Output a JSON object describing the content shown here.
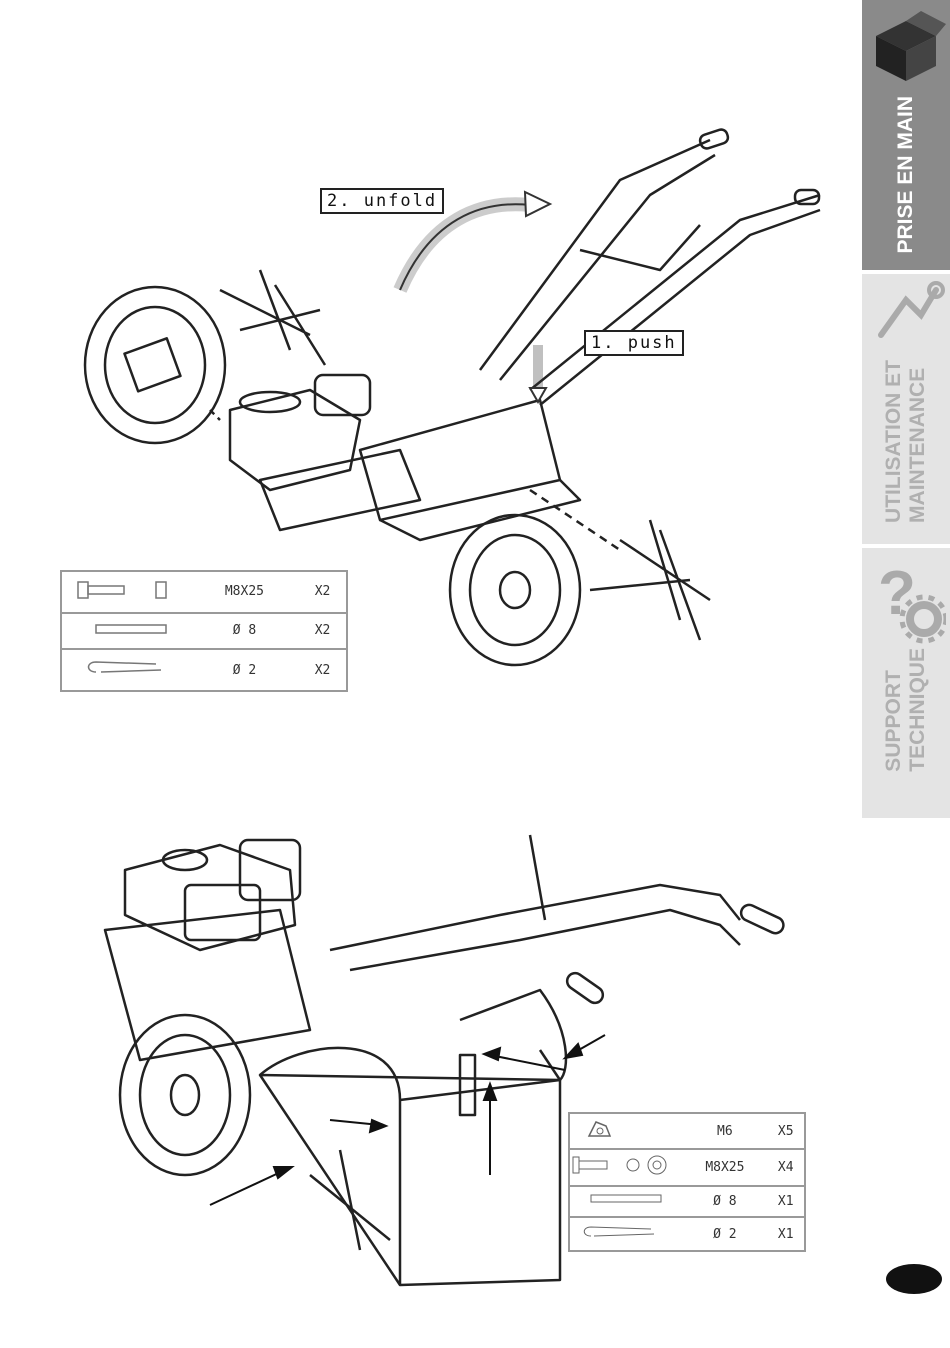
{
  "figure1": {
    "callouts": {
      "unfold": "2. unfold",
      "push": "1. push"
    },
    "parts": [
      {
        "icon": "bolt-and-nut-icon",
        "size": "M8X25",
        "qty": "X2"
      },
      {
        "icon": "pin-icon",
        "size": "Ø 8",
        "qty": "X2"
      },
      {
        "icon": "clip-icon",
        "size": "Ø 2",
        "qty": "X2"
      }
    ]
  },
  "figure2": {
    "parts": [
      {
        "icon": "nut-icon",
        "size": "M6",
        "qty": "X5"
      },
      {
        "icon": "bolt-washer-icon",
        "size": "M8X25",
        "qty": "X4"
      },
      {
        "icon": "pin-icon",
        "size": "Ø 8",
        "qty": "X1"
      },
      {
        "icon": "clip-icon",
        "size": "Ø 2",
        "qty": "X1"
      }
    ]
  },
  "sidebar": {
    "tabs": [
      {
        "label": "PRISE EN MAIN",
        "icon": "box-icon",
        "active": true
      },
      {
        "label": "UTILISATION ET\nMAINTENANCE",
        "icon": "wrench-icon",
        "active": false
      },
      {
        "label": "SUPPORT\nTECHNIQUE",
        "icon": "gear-question-icon",
        "active": false
      }
    ]
  },
  "colors": {
    "active_tab_bg": "#8a8a8a",
    "inactive_tab_bg": "#e4e4e4",
    "inactive_text": "#b0b0b0",
    "active_text": "#ffffff"
  }
}
